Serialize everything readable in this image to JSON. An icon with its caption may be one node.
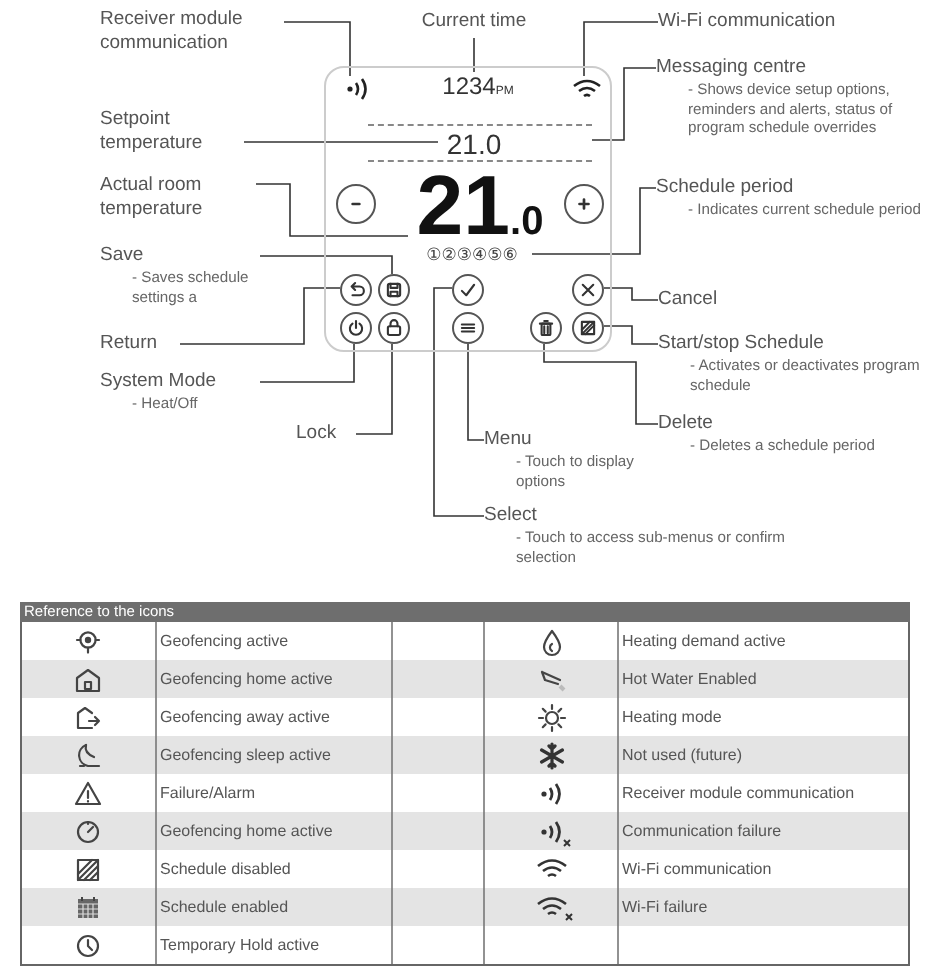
{
  "diagram": {
    "nodes": [
      {
        "text": [
          "Receiver module communication"
        ]
      },
      {
        "text": [
          "Current time"
        ]
      },
      {
        "text": [
          "Wi-Fi communication"
        ]
      },
      {
        "text": [],
        "shape": "box"
      },
      {
        "text": [],
        "shape": "icon",
        "in": 3
      },
      {
        "text": [
          "1234$_{PM}$"
        ],
        "in": 3
      },
      {
        "text": [],
        "shape": "icon",
        "in": 3
      },
      {
        "text": [
          "Messaging centre",
          "- Shows device setup options, reminders and alerts, status of program schedule overrides"
        ]
      },
      {
        "text": [
          "Setpoint temperature"
        ]
      },
      {
        "text": [],
        "shape": "band",
        "in": 3
      },
      {
        "text": [
          "21.0"
        ],
        "in": 9
      },
      {
        "text": [
          "Actual room temperature"
        ]
      },
      {
        "text": [
          "21$_{.0}$"
        ],
        "in": 3
      },
      {
        "text": [
          "Schedule period",
          "- Indicates current schedule period"
        ]
      },
      {
        "text": [
          "①②③④⑤⑥"
        ],
        "in": 3
      },
      {
        "text": [
          "Save",
          "- Saves schedule settings a"
        ]
      },
      {
        "text": [],
        "shape": "circle",
        "in": 3
      },
      {
        "text": [],
        "shape": "circle",
        "in": 3
      },
      {
        "text": [],
        "shape": "circle",
        "in": 3
      },
      {
        "text": [],
        "shape": "circle",
        "in": 3
      },
      {
        "text": [
          "Cancel"
        ]
      },
      {
        "text": [
          "Return"
        ]
      },
      {
        "text": [],
        "shape": "circle",
        "in": 3
      },
      {
        "text": [],
        "shape": "circle",
        "in": 3
      },
      {
        "text": [],
        "shape": "circle",
        "in": 3
      },
      {
        "text": [],
        "shape": "circle",
        "in": 3
      },
      {
        "text": [],
        "shape": "circle",
        "in": 3
      },
      {
        "text": [
          "Start/stop Schedule",
          "- Activates or deactivates program schedule"
        ]
      },
      {
        "text": [
          "System Mode",
          "- Heat/Off"
        ]
      },
      {
        "text": [
          "Lock"
        ]
      },
      {
        "text": [
          "Delete",
          "- Deletes a schedule period"
        ]
      },
      {
        "text": [
          "Menu",
          "- Touch to display options"
        ]
      },
      {
        "text": [
          "Select",
          "- Touch to access sub-menus or confirm selection"
        ]
      },
      {
        "text": [],
        "shape": "circle",
        "in": 3
      },
      {
        "text": [],
        "shape": "circle",
        "in": 3
      }
    ],
    "edges": [
      {
        "from": 0,
        "to": 4,
        "arrow": "none"
      },
      {
        "from": 1,
        "to": 5,
        "arrow": "none"
      },
      {
        "from": 2,
        "to": 6,
        "arrow": "none"
      },
      {
        "from": 7,
        "to": 9,
        "arrow": "none"
      },
      {
        "from": 8,
        "to": 10,
        "arrow": "none"
      },
      {
        "from": 11,
        "to": 12,
        "arrow": "none"
      },
      {
        "from": 13,
        "to": 14,
        "arrow": "none"
      },
      {
        "from": 15,
        "to": 17,
        "arrow": "none"
      },
      {
        "from": 21,
        "to": 16,
        "arrow": "none"
      },
      {
        "from": 28,
        "to": 22,
        "arrow": "none"
      },
      {
        "from": 29,
        "to": 23,
        "arrow": "none"
      },
      {
        "from": 31,
        "to": 24,
        "arrow": "none"
      },
      {
        "from": 32,
        "to": 18,
        "arrow": "none"
      },
      {
        "from": 20,
        "to": 19,
        "arrow": "none"
      },
      {
        "from": 27,
        "to": 26,
        "arrow": "none"
      },
      {
        "from": 30,
        "to": 25,
        "arrow": "none"
      }
    ],
    "labels": [
      "Reference to the icons",
      "Geofencing active",
      "Heating demand active",
      "Geofencing home active",
      "Hot Water Enabled",
      "Geofencing away active",
      "Heating mode",
      "Geofencing sleep active",
      "Not used (future)",
      "Failure/Alarm",
      "Receiver module communication",
      "Geofencing home active",
      "Communication failure",
      "Schedule disabled",
      "Wi-Fi communication",
      "Schedule enabled",
      "Wi-Fi failure",
      "Temporary Hold active"
    ]
  }
}
